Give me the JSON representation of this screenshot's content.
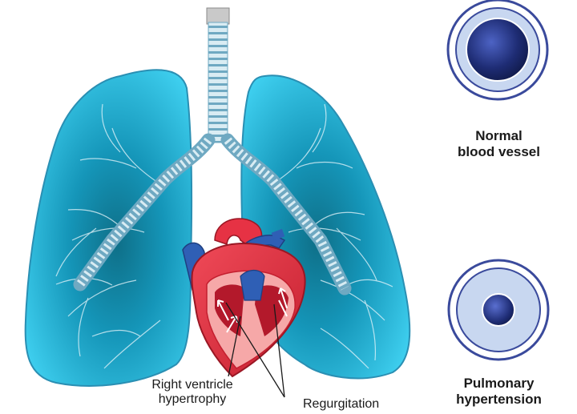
{
  "labels": {
    "normal_line1": "Normal",
    "normal_line2": "blood vessel",
    "pulmonary_line1": "Pulmonary",
    "pulmonary_line2": "hypertension",
    "rvh_line1": "Right ventricle",
    "rvh_line2": "hypertrophy",
    "regurgitation": "Regurgitation"
  },
  "colors": {
    "lung": "#1ab4dc",
    "lung_outline": "#2a8fb3",
    "airway": "#b8d7e3",
    "heart_red": "#e63244",
    "heart_light": "#f6a8a8",
    "vein_blue": "#2f5fb5",
    "vessel_ring": "#3a4a9c",
    "vessel_fill": "#c8d7f0"
  },
  "icons": [
    "lungs-illustration",
    "heart-illustration",
    "trachea-illustration",
    "normal-vessel-icon",
    "hypertensive-vessel-icon"
  ]
}
